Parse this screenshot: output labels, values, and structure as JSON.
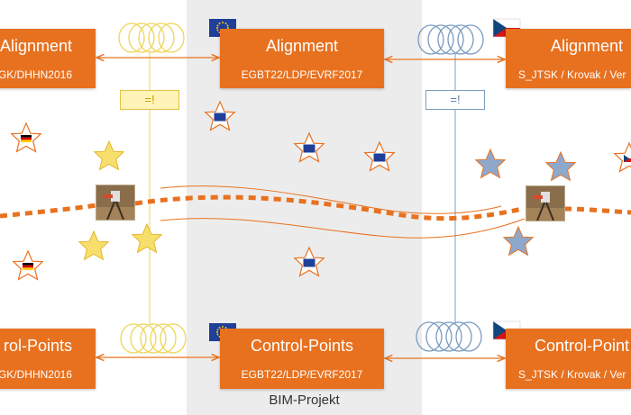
{
  "footer": {
    "label": "BIM-Projekt"
  },
  "boxes": {
    "left_alignment": {
      "title": "Alignment",
      "subtitle": "GK/DHHN2016"
    },
    "center_alignment": {
      "title": "Alignment",
      "subtitle": "EGBT22/LDP/EVRF2017"
    },
    "right_alignment": {
      "title": "Alignment",
      "subtitle": "S_JTSK / Krovak / Ver"
    },
    "left_control": {
      "title": "rol-Points",
      "subtitle": "GK/DHHN2016"
    },
    "center_control": {
      "title": "Control-Points",
      "subtitle": "EGBT22/LDP/EVRF2017"
    },
    "right_control": {
      "title": "Control-Point",
      "subtitle": "S_JTSK / Krovak / Ver"
    }
  },
  "not_equal": {
    "left": "=!",
    "right": "=!"
  },
  "colors": {
    "orange": "#e8711f",
    "center_band": "#ececec",
    "yellow_star": "#f8df6d",
    "blue_star": "#8ea8cc",
    "yellow_rings": "#eed55a",
    "blue_rings": "#7a9cc0",
    "eu_blue": "#1f3f99",
    "eu_gold": "#ffcc00"
  },
  "icons": {
    "flags": [
      "eu-flag-icon",
      "czech-flag-icon",
      "german-flag-icon"
    ],
    "stars": [
      "yellow-star-icon",
      "blue-star-icon",
      "outlined-star-icon"
    ],
    "rings": [
      "yellow-rings-icon",
      "blue-rings-icon"
    ]
  }
}
